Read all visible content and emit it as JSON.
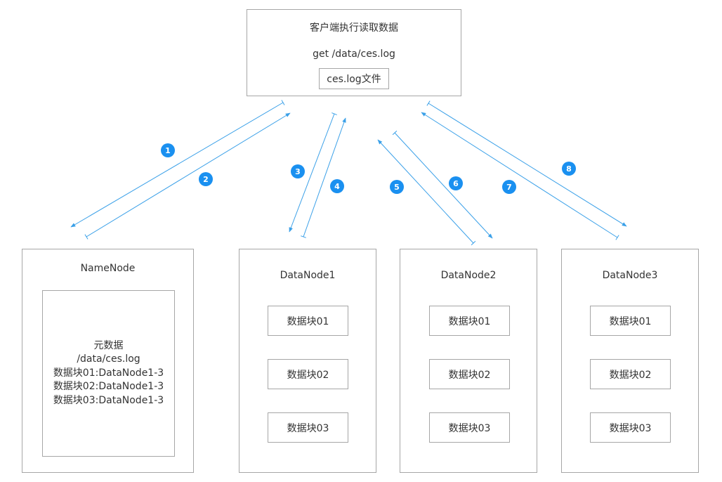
{
  "colors": {
    "arrow": "#3aa0e8",
    "badge": "#1a90f0",
    "border": "#a6a6a6"
  },
  "client": {
    "title": "客户端执行读取数据",
    "command": "get  /data/ces.log",
    "file_label": "ces.log文件"
  },
  "namenode": {
    "title": "NameNode",
    "metadata": [
      "元数据",
      "/data/ces.log",
      "数据块01:DataNode1-3",
      "数据块02:DataNode1-3",
      "数据块03:DataNode1-3"
    ]
  },
  "datanodes": [
    {
      "title": "DataNode1",
      "blocks": [
        "数据块01",
        "数据块02",
        "数据块03"
      ]
    },
    {
      "title": "DataNode2",
      "blocks": [
        "数据块01",
        "数据块02",
        "数据块03"
      ]
    },
    {
      "title": "DataNode3",
      "blocks": [
        "数据块01",
        "数据块02",
        "数据块03"
      ]
    }
  ],
  "steps": [
    "1",
    "2",
    "3",
    "4",
    "5",
    "6",
    "7",
    "8"
  ]
}
